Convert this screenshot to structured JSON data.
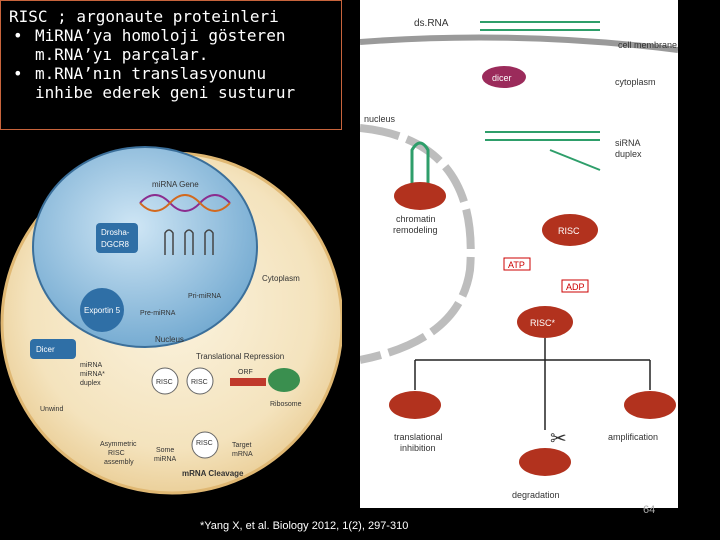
{
  "textbox": {
    "title": "RISC ; argonaute proteinleri",
    "bullets": [
      "MiRNA’ya homoloji gösteren m.RNA’yı parçalar.",
      "m.RNA’nın translasyonunu inhibe ederek geni susturur"
    ]
  },
  "left_figure": {
    "labels": {
      "mirna_gene": "miRNA Gene",
      "drosha": "Drosha-",
      "dgcr8": "DGCR8",
      "pri_mirna": "Pri-miRNA",
      "cytoplasm": "Cytoplasm",
      "exportin": "Exportin 5",
      "pre_mirna": "Pre-miRNA",
      "nucleus": "Nucleus",
      "translational_repression": "Translational Repression",
      "dicer": "Dicer",
      "mirna_duplex_1": "miRNA",
      "mirna_duplex_2": "miRNA*",
      "mirna_duplex_3": "duplex",
      "risc_1": "RISC",
      "risc_2": "RISC",
      "risc_3": "RISC",
      "orf": "ORF",
      "ribosome": "Ribosome",
      "unwind": "Unwind",
      "asym_1": "Asymmetric",
      "asym_2": "RISC",
      "asym_3": "assembly",
      "some_1": "Some",
      "some_2": "miRNA",
      "target_1": "Target",
      "target_2": "mRNA",
      "cleavage": "mRNA Cleavage"
    }
  },
  "right_figure": {
    "labels": {
      "dsrna": "ds.RNA",
      "cell_membrane": "cell membrane",
      "dicer": "dicer",
      "cytoplasm": "cytoplasm",
      "nucleus": "nucleus",
      "sirna_1": "siRNA",
      "sirna_2": "duplex",
      "chromatin_1": "chromatin",
      "chromatin_2": "remodeling",
      "risc": "RISC",
      "atp": "ATP",
      "adp": "ADP",
      "risc_star": "RISC*",
      "translational_1": "translational",
      "translational_2": "inhibition",
      "amplification": "amplification",
      "degradation": "degradation"
    }
  },
  "citation": "*Yang X, et al. Biology 2012, 1(2), 297-310",
  "page_number": "64"
}
